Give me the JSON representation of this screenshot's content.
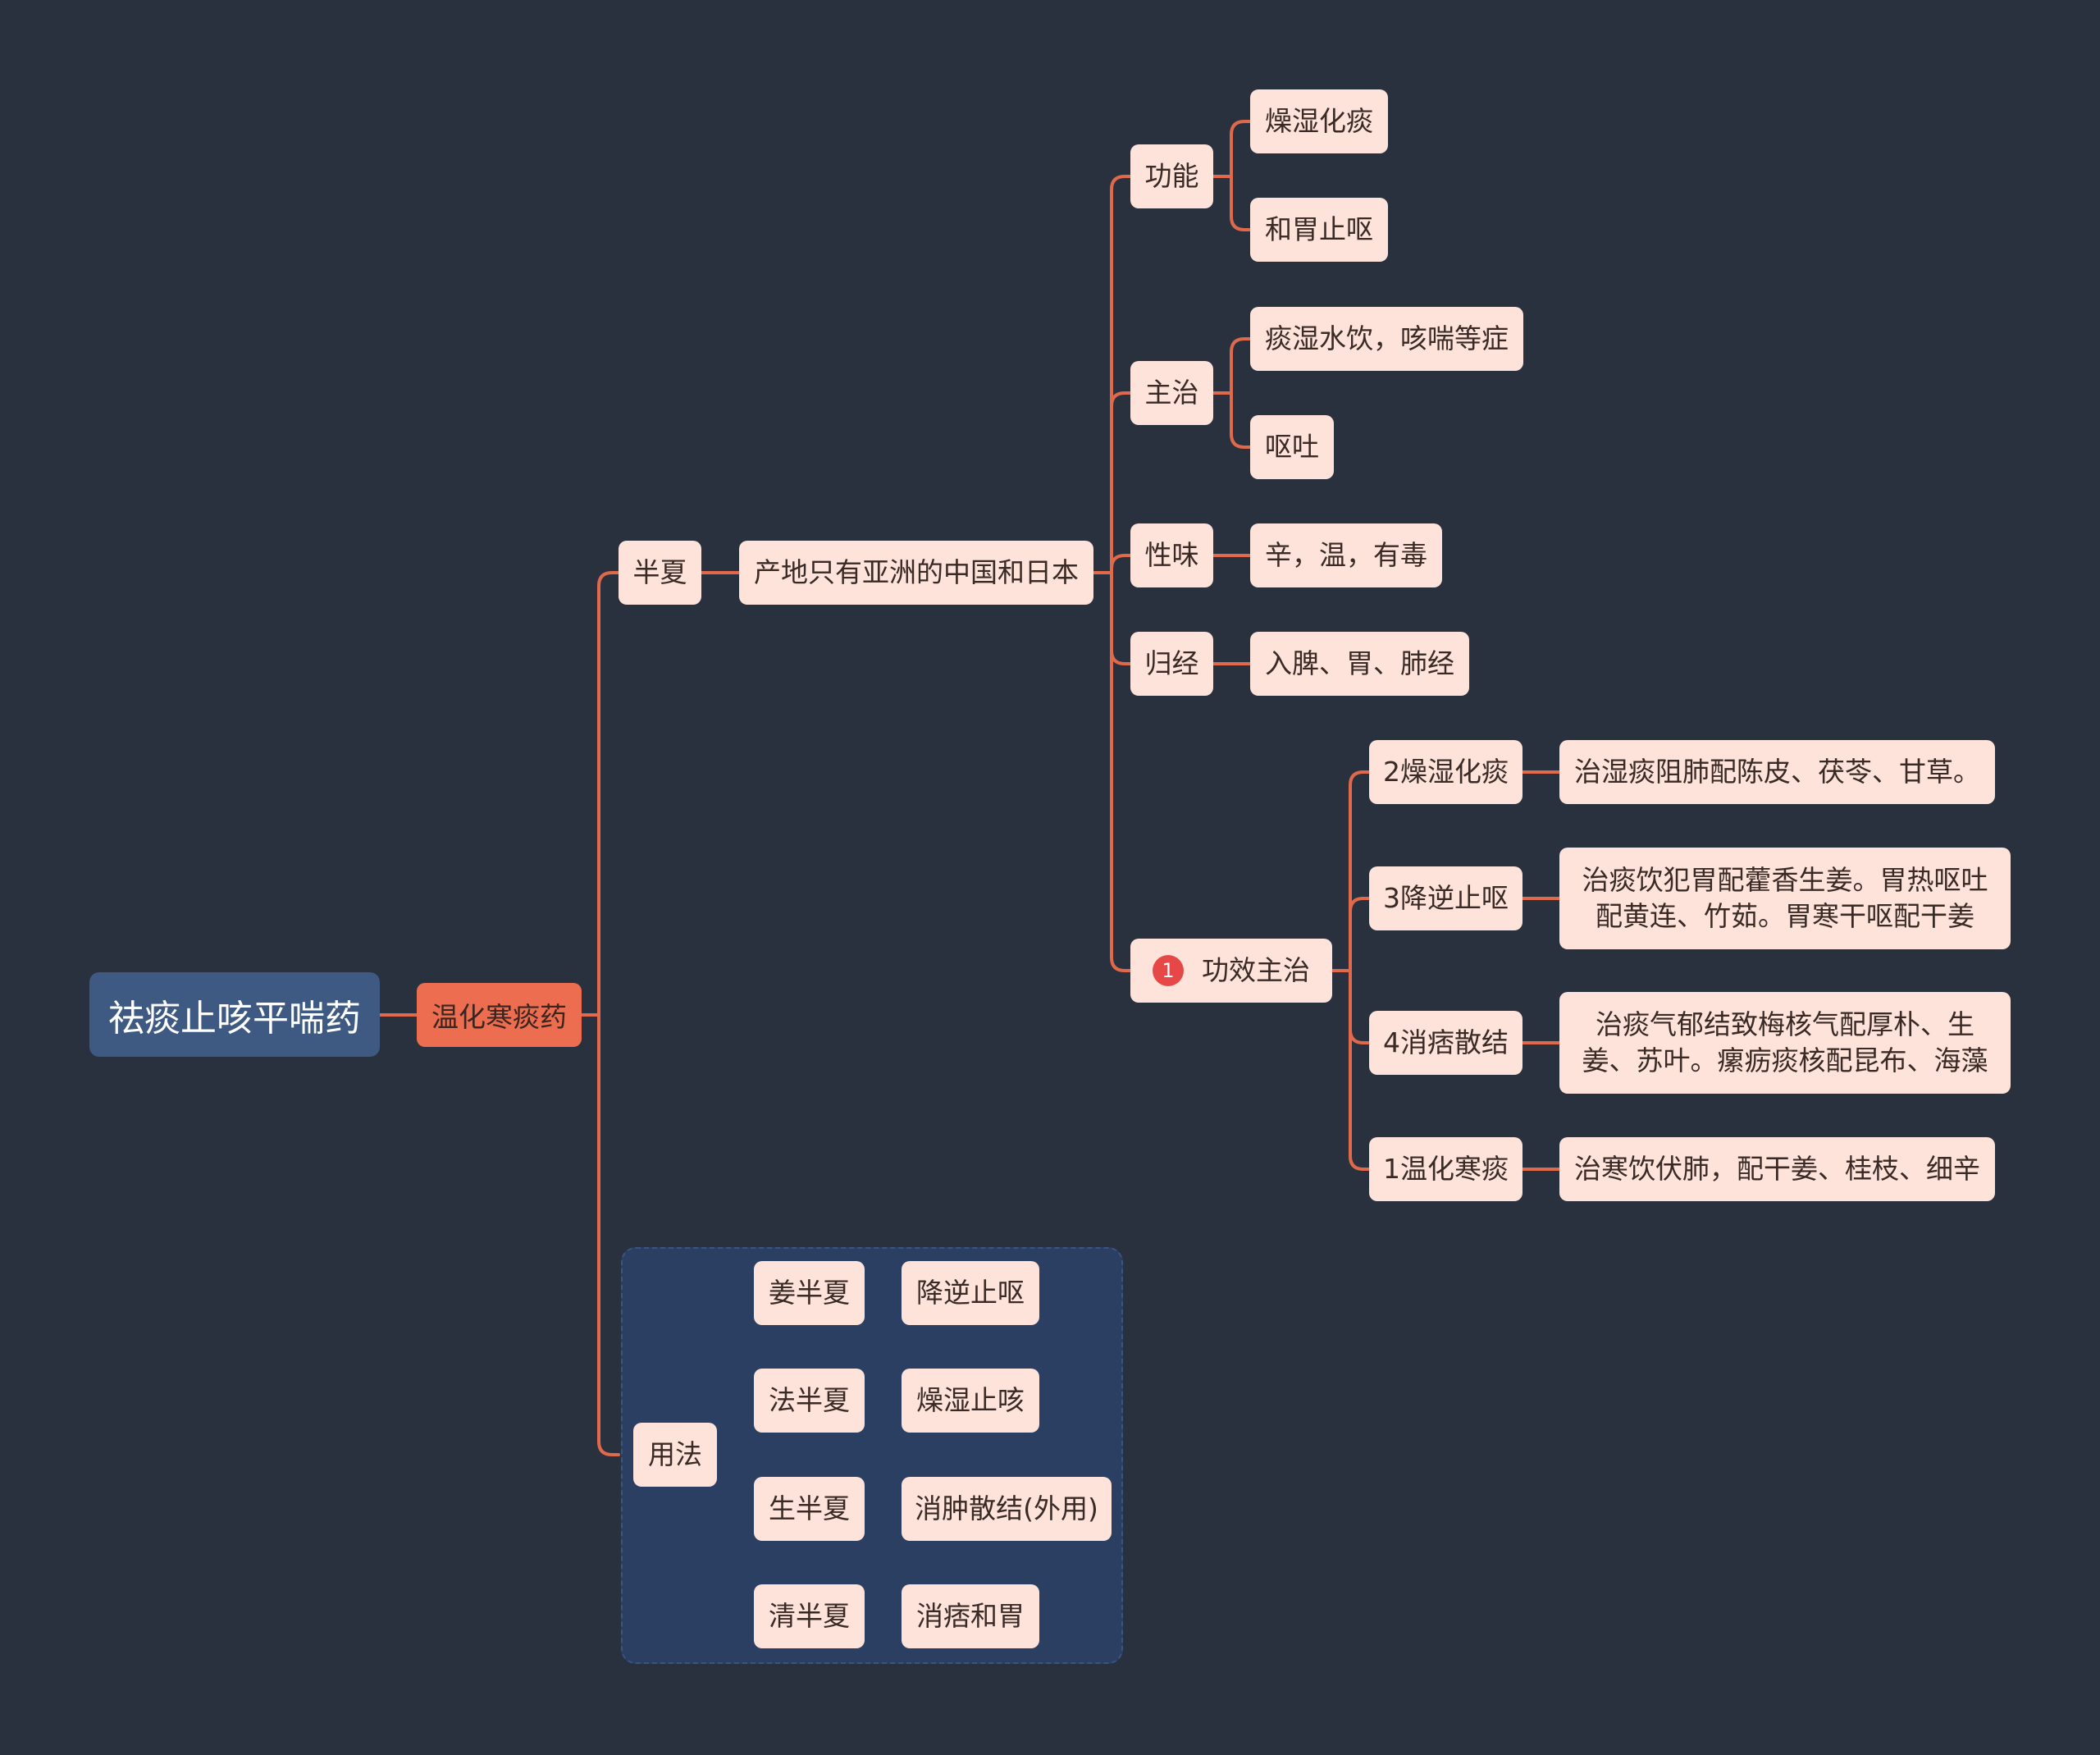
{
  "root": "祛痰止咳平喘药",
  "category": "温化寒痰药",
  "herb": "半夏",
  "origin": "产地只有亚洲的中国和日本",
  "function": {
    "label": "功能",
    "items": [
      "燥湿化痰",
      "和胃止呕"
    ]
  },
  "indication": {
    "label": "主治",
    "items": [
      "痰湿水饮，咳喘等症",
      "呕吐"
    ]
  },
  "nature": {
    "label": "性味",
    "value": "辛，温，有毒"
  },
  "meridian": {
    "label": "归经",
    "value": "入脾、胃、肺经"
  },
  "efficacy": {
    "badge": "1",
    "label": "功效主治",
    "items": [
      {
        "name": "2燥湿化痰",
        "desc": "治湿痰阻肺配陈皮、茯苓、甘草。"
      },
      {
        "name": "3降逆止呕",
        "desc": "治痰饮犯胃配藿香生姜。胃热呕吐配黄连、竹茹。胃寒干呕配干姜"
      },
      {
        "name": "4消痞散结",
        "desc": "治痰气郁结致梅核气配厚朴、生姜、苏叶。瘰疬痰核配昆布、海藻"
      },
      {
        "name": "1温化寒痰",
        "desc": "治寒饮伏肺，配干姜、桂枝、细辛"
      }
    ]
  },
  "usage": {
    "label": "用法",
    "items": [
      {
        "name": "姜半夏",
        "effect": "降逆止呕"
      },
      {
        "name": "法半夏",
        "effect": "燥湿止咳"
      },
      {
        "name": "生半夏",
        "effect": "消肿散结(外用)"
      },
      {
        "name": "清半夏",
        "effect": "消痞和胃"
      }
    ]
  },
  "colors": {
    "background": "#29303e",
    "root": "#3e5a82",
    "category": "#ec6d4f",
    "node": "#fde3da",
    "line": "#e0694c",
    "group": "#2a3f62",
    "badge": "#e64848"
  }
}
